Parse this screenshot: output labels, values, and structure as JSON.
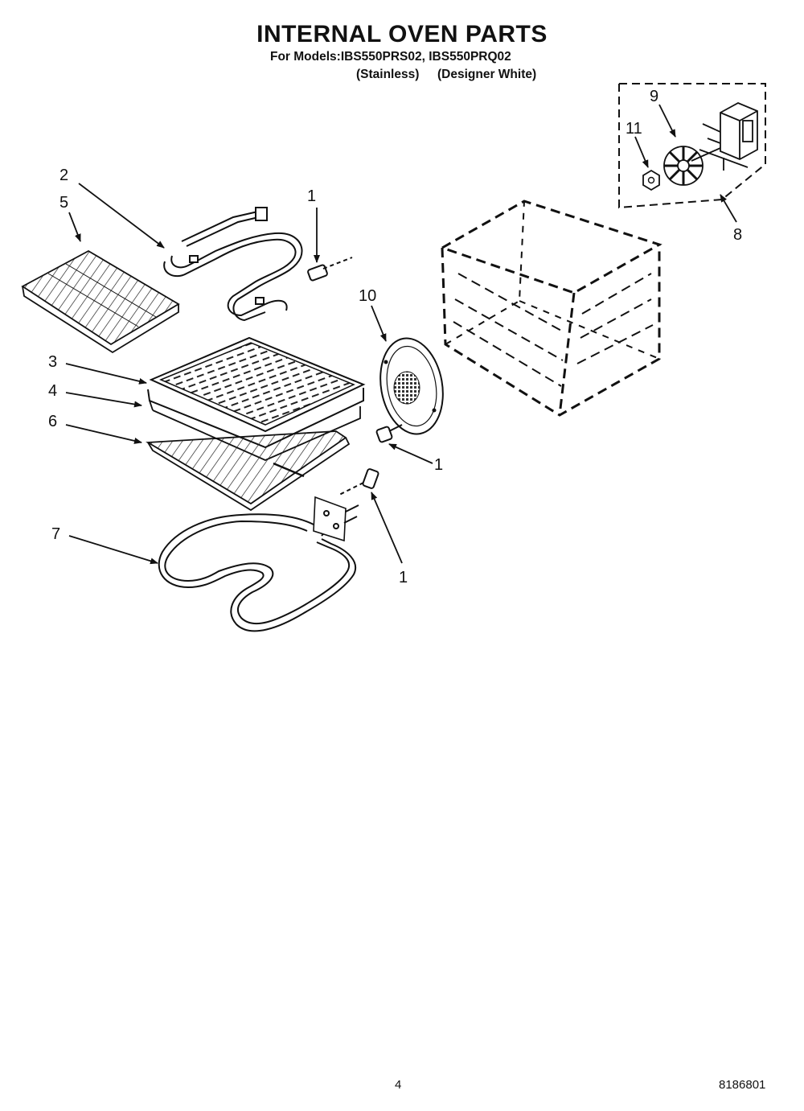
{
  "header": {
    "title": "INTERNAL OVEN PARTS",
    "models_line": "For Models:IBS550PRS02, IBS550PRQ02",
    "finish_1": "(Stainless)",
    "finish_2": "(Designer White)"
  },
  "callouts": {
    "c1_top": "1",
    "c2": "2",
    "c5": "5",
    "c3": "3",
    "c4": "4",
    "c6": "6",
    "c7": "7",
    "c10": "10",
    "c1_mid": "1",
    "c1_low": "1",
    "c9": "9",
    "c11": "11",
    "c8": "8"
  },
  "footer": {
    "page_number": "4",
    "doc_number": "8186801"
  }
}
